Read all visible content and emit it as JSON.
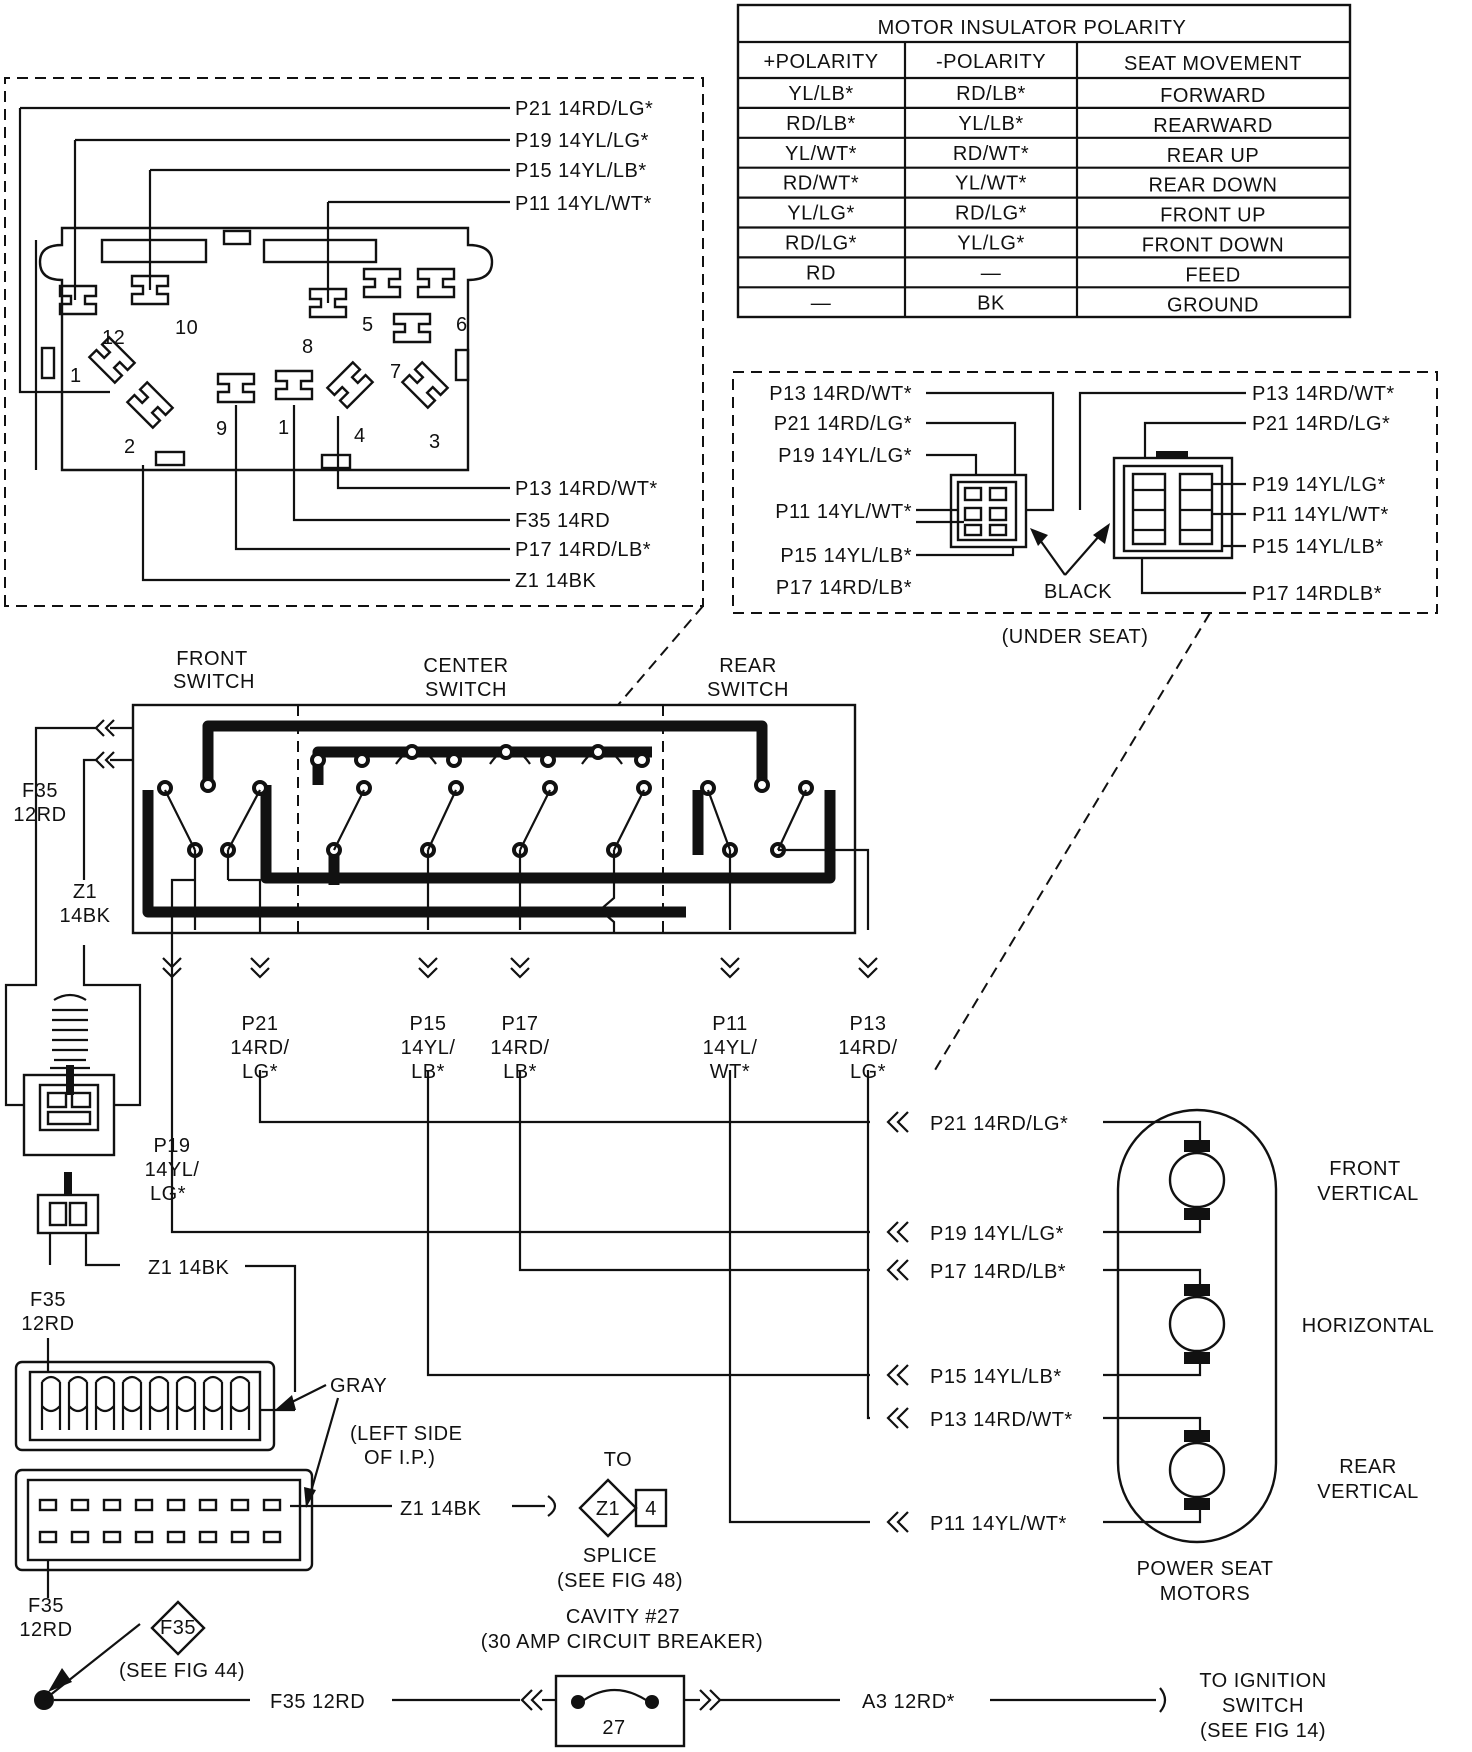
{
  "polarity_table": {
    "title": "MOTOR INSULATOR POLARITY",
    "headers": [
      "+POLARITY",
      "-POLARITY",
      "SEAT MOVEMENT"
    ],
    "rows": [
      [
        "YL/LB*",
        "RD/LB*",
        "FORWARD"
      ],
      [
        "RD/LB*",
        "YL/LB*",
        "REARWARD"
      ],
      [
        "YL/WT*",
        "RD/WT*",
        "REAR UP"
      ],
      [
        "RD/WT*",
        "YL/WT*",
        "REAR DOWN"
      ],
      [
        "YL/LG*",
        "RD/LG*",
        "FRONT UP"
      ],
      [
        "RD/LG*",
        "YL/LG*",
        "FRONT DOWN"
      ],
      [
        "RD",
        "—",
        "FEED"
      ],
      [
        "—",
        "BK",
        "GROUND"
      ]
    ]
  },
  "switch_connector_detail": {
    "wires": [
      "P21 14RD/LG*",
      "P19 14YL/LG*",
      "P15 14YL/LB*",
      "P11 14YL/WT*",
      "P13 14RD/WT*",
      "F35 14RD",
      "P17 14RD/LB*",
      "Z1 14BK"
    ],
    "cavities": [
      "12",
      "10",
      "8",
      "5",
      "6",
      "7",
      "1",
      "2",
      "9",
      "1",
      "4",
      "3"
    ]
  },
  "under_seat": {
    "left_wires": [
      "P13 14RD/WT*",
      "P21 14RD/LG*",
      "P19 14YL/LG*",
      "P11 14YL/WT*",
      "P15 14YL/LB*",
      "P17 14RD/LB*"
    ],
    "right_wires": [
      "P13 14RD/WT*",
      "P21 14RD/LG*",
      "P19 14YL/LG*",
      "P11 14YL/WT*",
      "P15 14YL/LB*",
      "P17 14RDLB*"
    ],
    "connector_color": "BLACK",
    "location": "(UNDER SEAT)"
  },
  "switches": {
    "front": [
      "FRONT",
      "SWITCH"
    ],
    "center": [
      "CENTER",
      "SWITCH"
    ],
    "rear": [
      "REAR",
      "SWITCH"
    ]
  },
  "switch_outputs": [
    [
      "P21",
      "14RD/",
      "LG*"
    ],
    [
      "P15",
      "14YL/",
      "LB*"
    ],
    [
      "P17",
      "14RD/",
      "LB*"
    ],
    [
      "P11",
      "14YL/",
      "WT*"
    ],
    [
      "P13",
      "14RD/",
      "LG*"
    ]
  ],
  "p19_label": [
    "P19",
    "14YL/",
    "LG*"
  ],
  "left_labels": {
    "f35_top": [
      "F35",
      "12RD"
    ],
    "z1_top": [
      "Z1",
      "14BK"
    ],
    "z1_mid": "Z1 14BK",
    "f35_mid": [
      "F35",
      "12RD"
    ],
    "gray": "GRAY",
    "left_side": [
      "(LEFT SIDE",
      "OF I.P.)"
    ],
    "f35_low": [
      "F35",
      "12RD"
    ]
  },
  "motor_wires": [
    "P21 14RD/LG*",
    "P19 14YL/LG*",
    "P17 14RD/LB*",
    "P15 14YL/LB*",
    "P13 14RD/WT*",
    "P11 14YL/WT*"
  ],
  "motors": {
    "front": [
      "FRONT",
      "VERTICAL"
    ],
    "horizontal": "HORIZONTAL",
    "rear": [
      "REAR",
      "VERTICAL"
    ],
    "caption": [
      "POWER SEAT",
      "MOTORS"
    ]
  },
  "splice": {
    "z1": "Z1 14BK",
    "to": "TO",
    "code": "Z1",
    "num": "4",
    "label": [
      "SPLICE",
      "(SEE FIG 48)"
    ]
  },
  "breaker": {
    "title": [
      "CAVITY #27",
      "(30 AMP CIRCUIT BREAKER)"
    ],
    "num": "27"
  },
  "f35_ref": {
    "code": "F35",
    "see": "(SEE FIG 44)"
  },
  "bottom": {
    "f35": "F35 12RD",
    "a3": "A3 12RD*",
    "ignition": [
      "TO IGNITION",
      "SWITCH",
      "(SEE FIG 14)"
    ]
  }
}
